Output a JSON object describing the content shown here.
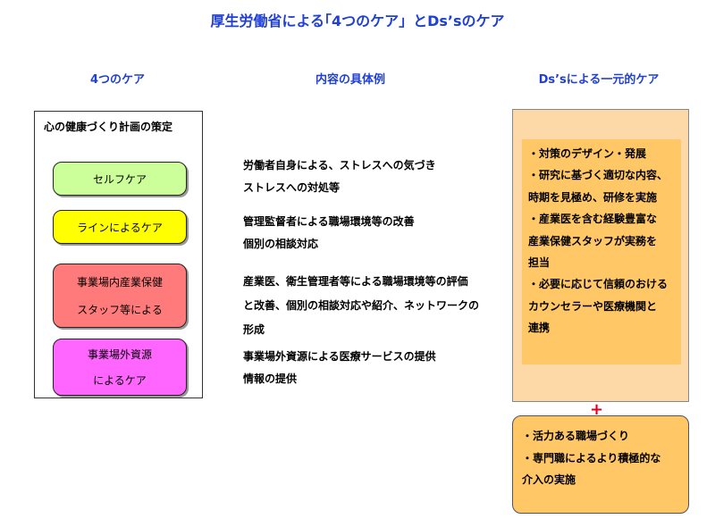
{
  "title": "厚生労働省による｢4つのケア」とDs’sのケア",
  "headers": {
    "four_care": "4つのケア",
    "examples": "内容の具体例",
    "ds_care": "Ds’sによる一元的ケア"
  },
  "left_box": {
    "title": "心の健康づくり計画の策定",
    "cares": [
      {
        "lines": [
          "セルフケア"
        ],
        "color": "#ccff99"
      },
      {
        "lines": [
          "ラインによるケア"
        ],
        "color": "#ffff00"
      },
      {
        "lines": [
          "事業場内産業保健",
          "スタッフ等による"
        ],
        "color": "#ff7b7b"
      },
      {
        "lines": [
          "事業場外資源",
          "によるケア"
        ],
        "color": "#ff66ff"
      }
    ]
  },
  "examples": [
    [
      "労働者自身による、ストレスへの気づき",
      "ストレスへの対処等"
    ],
    [
      "管理監督者による職場環境等の改善",
      "個別の相談対応"
    ],
    [
      "産業医、衛生管理者等による職場環境等の評価",
      "と改善、個別の相談対応や紹介、ネットワークの",
      "形成"
    ],
    [
      "事業場外資源による医療サービスの提供",
      "情報の提供"
    ]
  ],
  "ds_box": {
    "lines": [
      "・対策のデザイン・発展",
      "・研究に基づく適切な内容、",
      "時期を見極め、研修を実施",
      "・産業医を含む経験豊富な",
      "産業保健スタッフが実務を",
      "担当",
      "・必要に応じて信頼のおける",
      "カウンセラーや医療機関と",
      "連携"
    ]
  },
  "plus": "+",
  "bottom_box": {
    "lines": [
      "・活力ある職場づくり",
      "・専門職によるより積極的な",
      "介入の実施"
    ]
  },
  "colors": {
    "title_blue": "#1f3fd6",
    "plus_red": "#e0001a",
    "ds_outer": "#fcd9a6",
    "ds_inner": "#ffc766"
  }
}
